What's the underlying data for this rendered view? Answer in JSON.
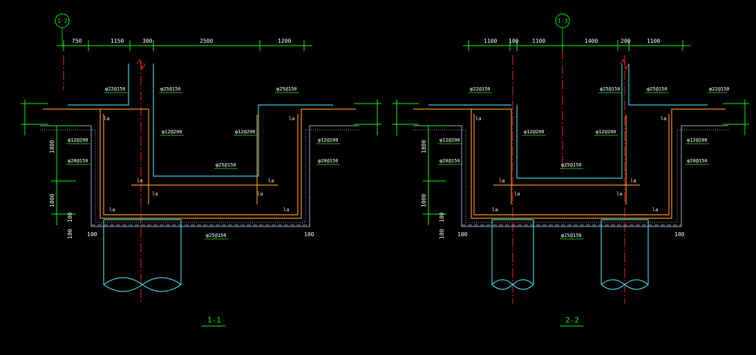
{
  "sections": [
    {
      "title": "1-1",
      "axis_tag": "1-2",
      "dims": [
        "750",
        "1150",
        "300",
        "2500",
        "1200"
      ],
      "rebar": [
        "φ22@150",
        "φ25@150",
        "φ25@150",
        "φ12@200",
        "φ12@200",
        "φ12@200",
        "φ20@150",
        "φ25@150",
        "φ12@200",
        "φ20@150",
        "φ25@150"
      ],
      "side_dims": [
        "1800",
        "1000",
        "100",
        "100",
        "100",
        "100"
      ],
      "la": "la"
    },
    {
      "title": "2-2",
      "axis_tag": "1-3",
      "dims": [
        "1100",
        "100",
        "1100",
        "1400",
        "200",
        "1100"
      ],
      "rebar": [
        "φ22@150",
        "φ25@150",
        "φ25@150",
        "φ22@150",
        "φ12@200",
        "φ12@200",
        "φ12@200",
        "φ20@150",
        "φ25@150",
        "φ12@200",
        "φ20@150",
        "φ25@150"
      ],
      "side_dims": [
        "1800",
        "1000",
        "100",
        "100",
        "100",
        "100"
      ],
      "la": "la"
    }
  ],
  "colors": {
    "background": "#000000",
    "dimension": "#00ff00",
    "rebar_cyan": "#3ed6e6",
    "rebar_orange": "#ff9a1a",
    "axis": "#ff2020",
    "text": "#ffffff"
  }
}
